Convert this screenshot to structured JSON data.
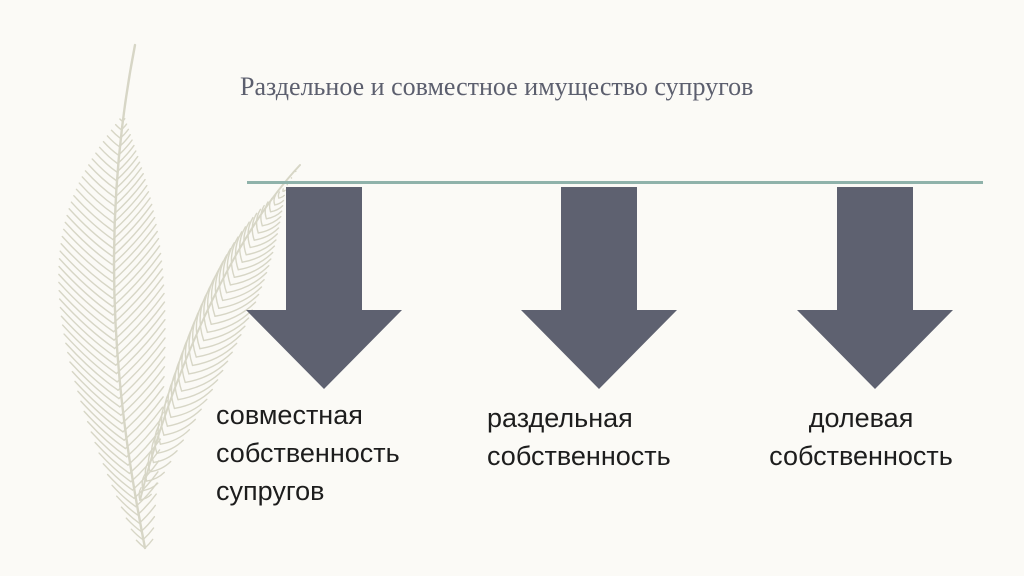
{
  "slide": {
    "title": "Раздельное и совместное имущество супругов",
    "accent_color": "#8fb2aa",
    "arrow_color": "#5e6170",
    "branches": [
      {
        "lines": [
          "совместная",
          "собственность",
          "супругов"
        ],
        "icon": "arrow-down-icon"
      },
      {
        "lines": [
          "раздельная",
          "собственность"
        ],
        "icon": "arrow-down-icon"
      },
      {
        "lines": [
          "долевая",
          "собственность"
        ],
        "icon": "arrow-down-icon"
      }
    ]
  }
}
